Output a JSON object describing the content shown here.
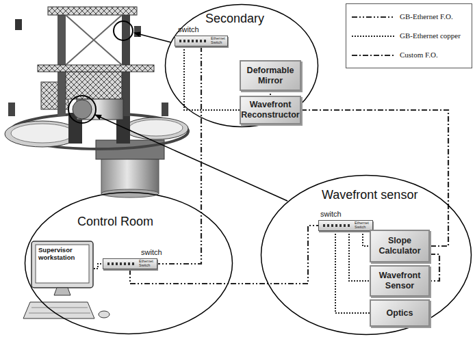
{
  "diagram": {
    "nodes": [
      {
        "text": [
          "Secondary"
        ]
      },
      {
        "text": [
          "switch"
        ],
        "in": 0
      },
      {
        "text": [
          "Deformable Mirror"
        ],
        "in": 0
      },
      {
        "text": [
          "Wavefront Reconstructor"
        ],
        "in": 0
      },
      {
        "text": [
          "Control Room"
        ]
      },
      {
        "text": [
          "Supervisor workstation"
        ],
        "in": 4
      },
      {
        "text": [
          "switch"
        ],
        "in": 4
      },
      {
        "text": [
          "Wavefront sensor"
        ]
      },
      {
        "text": [
          "switch"
        ],
        "in": 7
      },
      {
        "text": [
          "Slope Calculator"
        ],
        "in": 7
      },
      {
        "text": [
          "Wavefront Sensor"
        ],
        "in": 7
      },
      {
        "text": [
          "Optics"
        ],
        "in": 7
      }
    ],
    "edges": [
      {
        "from": 1,
        "to": 3,
        "arrow": "none"
      },
      {
        "from": 2,
        "to": 3,
        "arrow": "none"
      },
      {
        "from": 1,
        "to": 6,
        "arrow": "none"
      },
      {
        "from": 5,
        "to": 6,
        "arrow": "none"
      },
      {
        "from": 6,
        "to": 8,
        "arrow": "none"
      },
      {
        "from": 3,
        "to": 9,
        "arrow": "none"
      },
      {
        "from": 9,
        "to": 10,
        "arrow": "none"
      },
      {
        "from": 8,
        "to": 9,
        "arrow": "none"
      },
      {
        "from": 8,
        "to": 10,
        "arrow": "none"
      },
      {
        "from": 8,
        "to": 11,
        "arrow": "none"
      }
    ],
    "labels": [
      "Ethernet Switch",
      "Ethernet Switch",
      "Ethernet Switch"
    ],
    "legend": [
      {
        "text": "GB-Ethernet F.O."
      },
      {
        "text": "GB-Ethernet copper"
      },
      {
        "text": "Custom F.O."
      }
    ]
  }
}
